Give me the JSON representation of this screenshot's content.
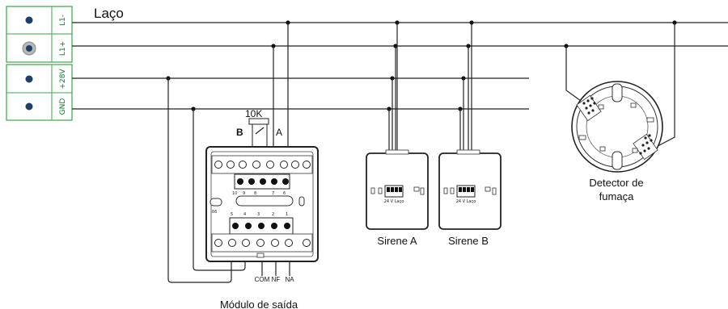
{
  "loop_label": "Laço",
  "terminal_block": {
    "terminals": [
      {
        "label": "L1-"
      },
      {
        "label": "L1+"
      },
      {
        "label": "+28V"
      },
      {
        "label": "GND"
      }
    ],
    "border_color": "#3aa64a"
  },
  "resistor_label": "10K",
  "contact_b_label": "B",
  "contact_a_label": "A",
  "output_module": {
    "caption": "Módulo de saída",
    "top_numbers": [
      "10",
      "9",
      "8",
      "7",
      "6"
    ],
    "bottom_numbers": [
      "5",
      "4",
      "3",
      "2",
      "1"
    ],
    "relay_labels": [
      "COM",
      "NF",
      "NA"
    ],
    "side_label": "ß6"
  },
  "siren_a": {
    "caption": "Sirene A",
    "pcb_label": "24 V  Laço"
  },
  "siren_b": {
    "caption": "Sirene B",
    "pcb_label": "24 V  Laço"
  },
  "smoke_detector": {
    "caption_line1": "Detector de",
    "caption_line2": "fumaça"
  }
}
